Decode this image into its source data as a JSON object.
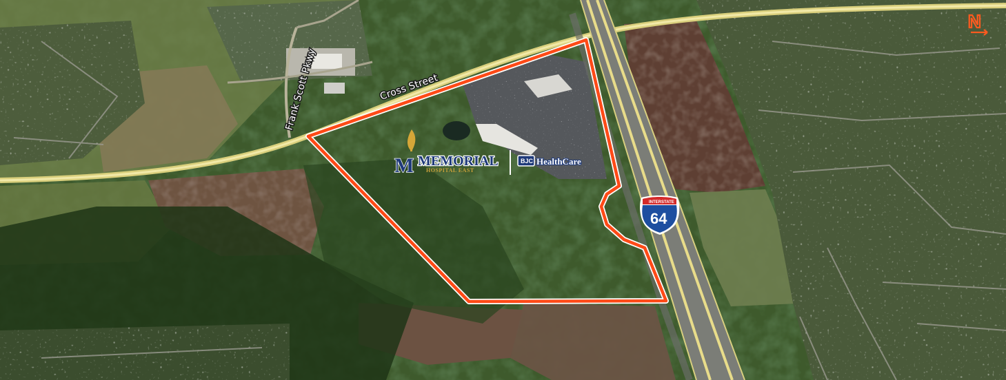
{
  "map": {
    "roads": {
      "cross_street": "Cross Street",
      "frank_scott_pkwy": "Frank Scott Pkwy"
    },
    "interstate_shield": {
      "top_text": "INTERSTATE",
      "number": "64",
      "colors": {
        "red": "#d42a2a",
        "blue": "#1d4ea0"
      }
    },
    "north_arrow": {
      "letter": "N",
      "color": "#ff5a1f"
    },
    "site_boundary": {
      "color": "#ff4a17"
    },
    "logos": {
      "memorial": {
        "name": "MEMORIAL",
        "subtitle": "HOSPITAL EAST",
        "monogram": "M",
        "colors": {
          "navy": "#1f3a7a",
          "gold": "#d5a638"
        }
      },
      "bjc": {
        "badge": "BJC",
        "name": "HealthCare",
        "color": "#1f3a7a"
      }
    }
  }
}
